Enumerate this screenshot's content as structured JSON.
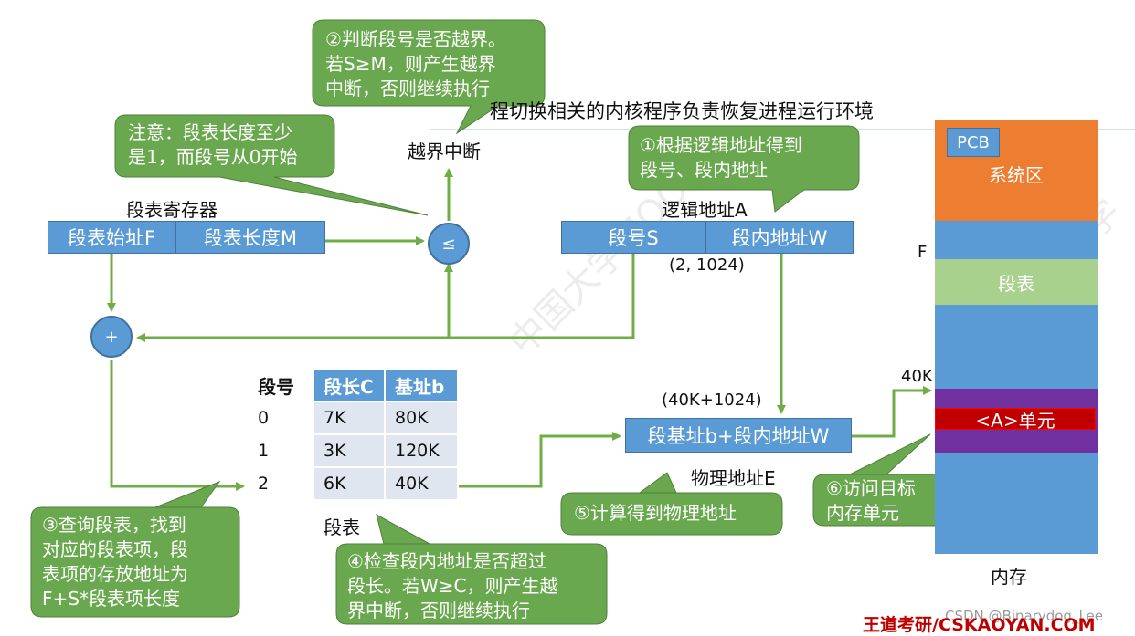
{
  "title_partial": "程切换相关的内核程序负责恢复进程运行环境",
  "callouts": {
    "c2": "②判断段号是否越界。\n若S≥M，则产生越界\n中断，否则继续执行",
    "note": "注意：段表长度至少\n是1，而段号从0开始",
    "c1": "①根据逻辑地址得到\n段号、段内地址",
    "c3": "③查询段表，找到\n对应的段表项，段\n表项的存放地址为\nF+S*段表项长度",
    "c4": "④检查段内地址是否超过\n段长。若W≥C，则产生越\n界中断，否则继续执行",
    "c5": "⑤计算得到物理地址",
    "c6": "⑥访问目标\n内存单元"
  },
  "labels": {
    "interrupt": "越界中断",
    "register": "段表寄存器",
    "reg_start": "段表始址F",
    "reg_len": "段表长度M",
    "compare": "≤",
    "plus": "+",
    "logical_addr": "逻辑地址A",
    "seg_no": "段号S",
    "seg_offset": "段内地址W",
    "logical_value": "(2, 1024)",
    "physical_value": "(40K+1024)",
    "physical_calc": "段基址b+段内地址W",
    "physical_addr": "物理地址E",
    "table_caption": "段表"
  },
  "seg_table": {
    "headers": [
      "段号",
      "段长C",
      "基址b"
    ],
    "rows": [
      [
        "0",
        "7K",
        "80K"
      ],
      [
        "1",
        "3K",
        "120K"
      ],
      [
        "2",
        "6K",
        "40K"
      ]
    ]
  },
  "memory": {
    "pcb": "PCB",
    "system": "系统区",
    "f_label": "F",
    "segtable": "段表",
    "k40_label": "40K",
    "unit": "<A>单元",
    "caption": "内存"
  },
  "footer": {
    "brand": "王道考研/CSKAOYAN.COM",
    "credit": "CSDN @Binarydog_Lee"
  },
  "colors": {
    "block_blue": "#5b9bd5",
    "arrow_green": "#70ad47",
    "callout_green": "#6aa84f",
    "orange": "#ed7d31",
    "light_green": "#a9d18e",
    "purple": "#7030a0",
    "red": "#c00000"
  }
}
